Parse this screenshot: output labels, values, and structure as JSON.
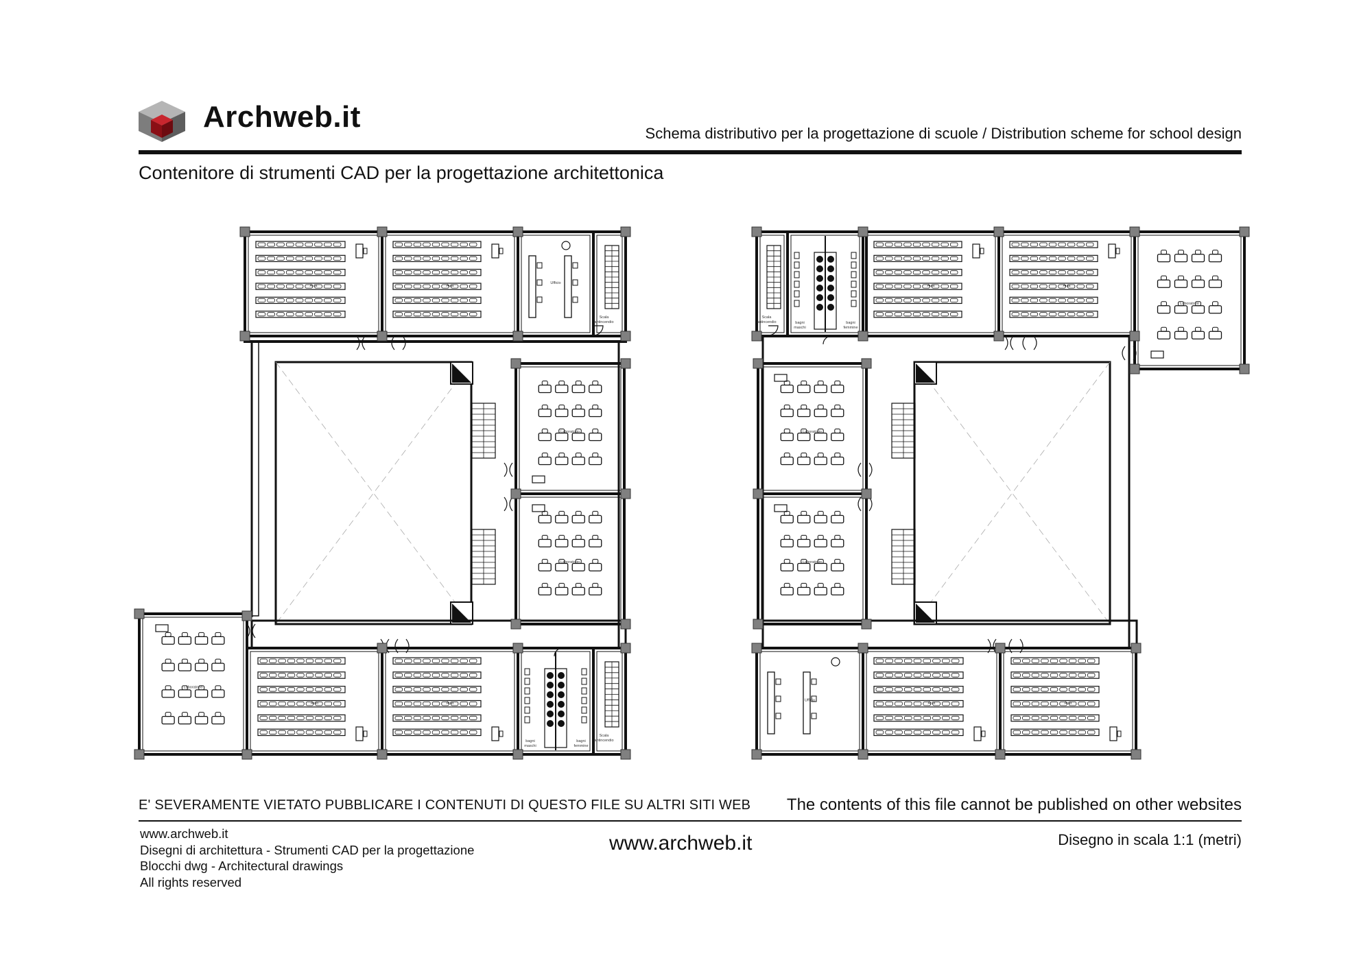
{
  "header": {
    "brand": "Archweb.it",
    "subtitle": "Schema distributivo per la progettazione di scuole  /  Distribution scheme for school design",
    "tagline": "Contenitore di strumenti CAD per la progettazione architettonica"
  },
  "footer": {
    "warning_it": "E' SEVERAMENTE VIETATO PUBBLICARE I CONTENUTI DI QUESTO FILE SU ALTRI SITI WEB",
    "warning_en": "The contents of this file cannot be published on other websites",
    "credits": [
      "www.archweb.it",
      "Disegni di architettura - Strumenti CAD  per la progettazione",
      "Blocchi dwg - Architectural drawings",
      "All rights reserved"
    ],
    "site": "www.archweb.it",
    "scale": "Disegno in scala 1:1 (metri)"
  },
  "room_labels": {
    "aula": "Aula",
    "laboratorio": "Laboratorio",
    "ufficio": "Ufficio",
    "scala1": "Scala",
    "scala2": "antincendio",
    "bagni": "bagni",
    "maschi": "maschi",
    "femmine": "femmine"
  },
  "colors": {
    "line": "#111111",
    "pillar": "#808080",
    "logo_red": "#a0141b",
    "logo_grey": "#8a8a8a"
  },
  "icons": {
    "logo": "cube-logo-icon",
    "desk": "desk-icon",
    "stair": "stair-icon",
    "door": "door-swing-icon"
  }
}
